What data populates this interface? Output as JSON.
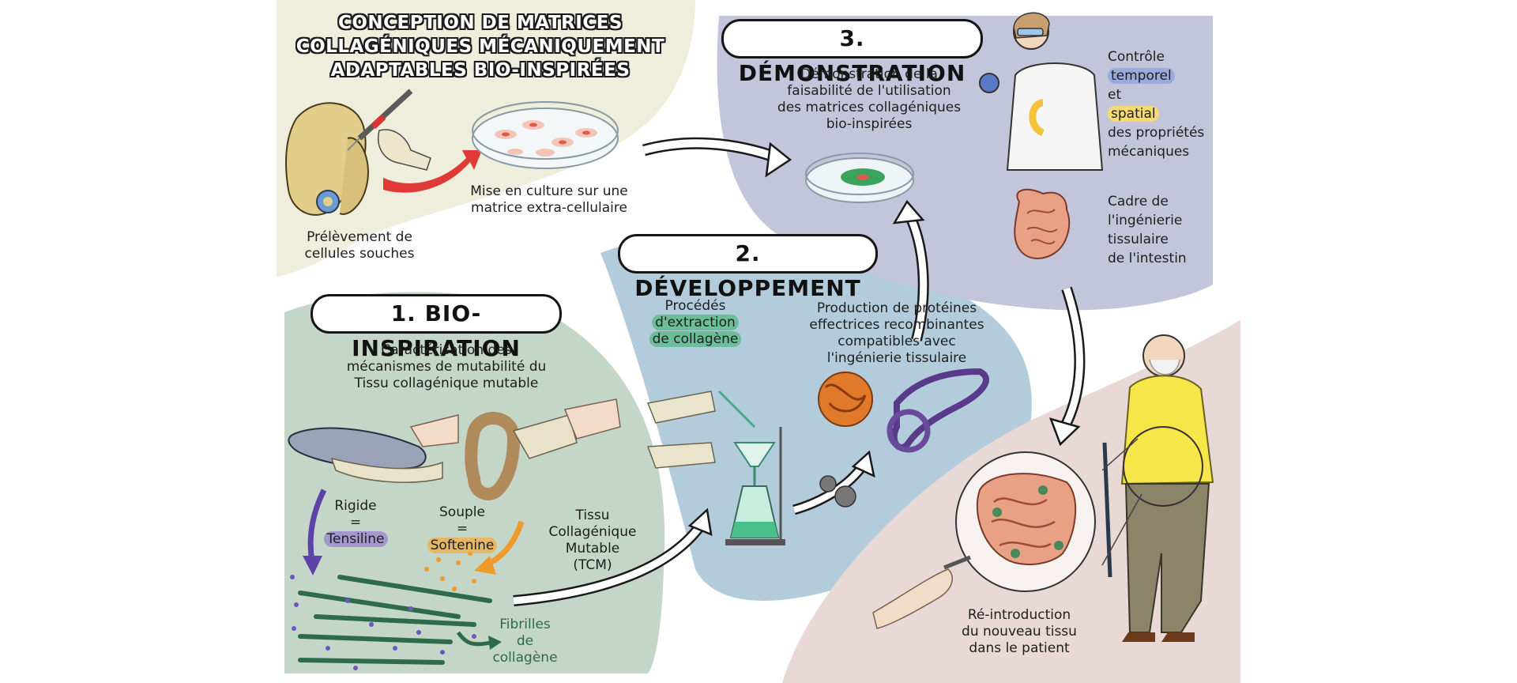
{
  "header": {
    "title_line1": "CONCEPTION DE MATRICES",
    "title_line2": "COLLAGÉNIQUES MÉCANIQUEMENT",
    "title_line3": "ADAPTABLES BIO-INSPIRÉES"
  },
  "top_panel": {
    "stem_cells_line1": "Prélèvement de",
    "stem_cells_line2": "cellules souches",
    "culture_line1": "Mise en culture sur une",
    "culture_line2": "matrice extra-cellulaire"
  },
  "section1": {
    "title": "1. BIO-INSPIRATION",
    "desc_line1": "Caractérisation des",
    "desc_line2": "mécanismes de mutabilité du",
    "desc_line3": "Tissu collagénique mutable",
    "rigid": "Rigide",
    "equals": "=",
    "tensiline": "Tensiline",
    "soft": "Souple",
    "softenine": "Softenine",
    "tcm_line1": "Tissu",
    "tcm_line2": "Collagénique",
    "tcm_line3": "Mutable",
    "tcm_line4": "(TCM)",
    "fibrils_line1": "Fibrilles",
    "fibrils_line2": "de",
    "fibrils_line3": "collagène"
  },
  "section2": {
    "title": "2. DÉVELOPPEMENT",
    "process_line1": "Procédés",
    "process_line2": "d'extraction",
    "process_line3": "de collagène",
    "protein_line1": "Production de protéines",
    "protein_line2": "effectrices recombinantes",
    "protein_line3": "compatibles avec",
    "protein_line4": "l'ingénierie tissulaire"
  },
  "section3": {
    "title": "3. DÉMONSTRATION",
    "demo_line1": "Démonstration de la",
    "demo_line2": "faisabilité de l'utilisation",
    "demo_line3": "des matrices collagéniques",
    "demo_line4": "bio-inspirées",
    "control_line1": "Contrôle",
    "control_line2": "temporel",
    "control_line3": "et",
    "control_line4": "spatial",
    "control_line5": "des propriétés",
    "control_line6": "mécaniques",
    "frame_line1": "Cadre de",
    "frame_line2": "l'ingénierie",
    "frame_line3": "tissulaire",
    "frame_line4": "de l'intestin"
  },
  "patient": {
    "reintro_line1": "Ré-introduction",
    "reintro_line2": "du nouveau tissu",
    "reintro_line3": "dans le patient"
  },
  "colors": {
    "panel_top": "#efeddb",
    "panel_bio": "#c4d6c8",
    "panel_dev": "#b3ccdc",
    "panel_demo": "#c3c6db",
    "panel_patient": "#e8d8d6",
    "arrow_red": "#e03a36",
    "tensiline_purple": "#5b43a8",
    "softenine_orange": "#ef9a2a",
    "fibril_green": "#2f6b4a",
    "gel_green": "#3aa35c"
  },
  "icons": [
    "pelvis-icon",
    "syringe-icon",
    "petri-dish-icon",
    "sea-cucumber-icon",
    "funnel-flask-icon",
    "gears-icon",
    "protein-icon",
    "scientist-icon",
    "intestine-icon",
    "elderly-patient-icon"
  ]
}
